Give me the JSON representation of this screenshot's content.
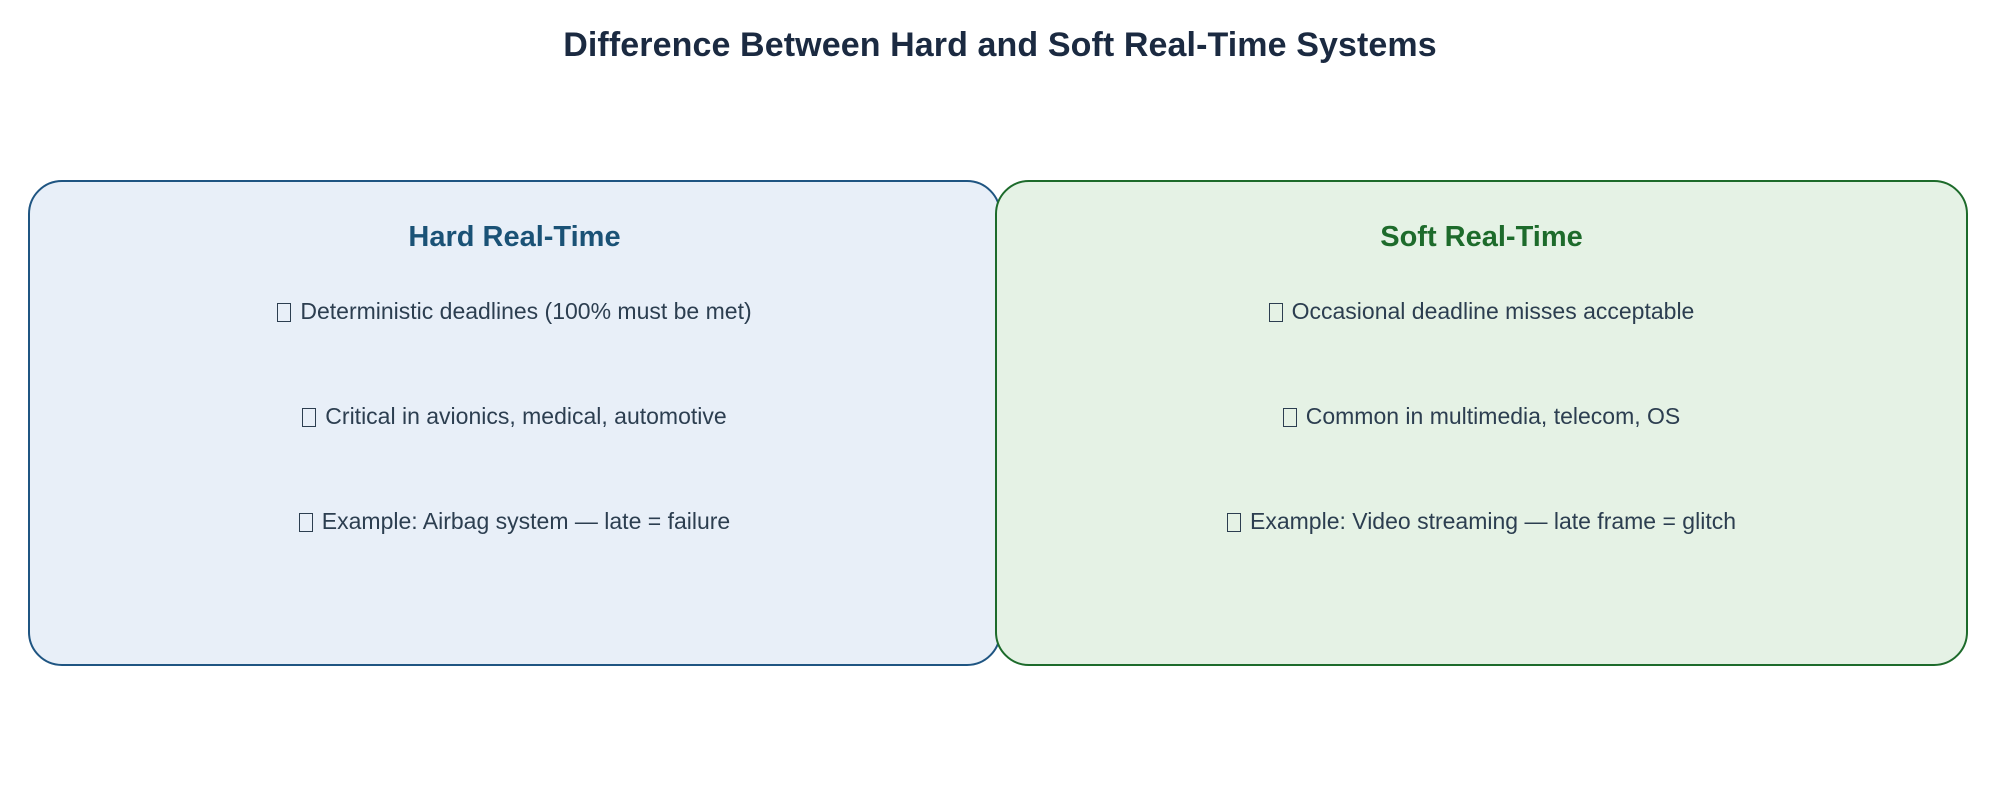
{
  "page": {
    "title": "Difference Between Hard and Soft Real-Time Systems",
    "background_color": "#ffffff",
    "title_color": "#1b2a41"
  },
  "panels": [
    {
      "id": "hard-real-time",
      "heading": "Hard Real-Time",
      "heading_color": "#1a5276",
      "fill_color": "#e8eff8",
      "border_color": "#1f5582",
      "bullet_icon": "missing-glyph-box-icon",
      "bullets": [
        "Deterministic deadlines (100% must be met)",
        "Critical in avionics, medical, automotive",
        "Example: Airbag system — late = failure"
      ]
    },
    {
      "id": "soft-real-time",
      "heading": "Soft Real-Time",
      "heading_color": "#1d6b2b",
      "fill_color": "#e5f2e5",
      "border_color": "#1d6b2b",
      "bullet_icon": "missing-glyph-box-icon",
      "bullets": [
        "Occasional deadline misses acceptable",
        "Common in multimedia, telecom, OS",
        "Example: Video streaming — late frame = glitch"
      ]
    }
  ]
}
